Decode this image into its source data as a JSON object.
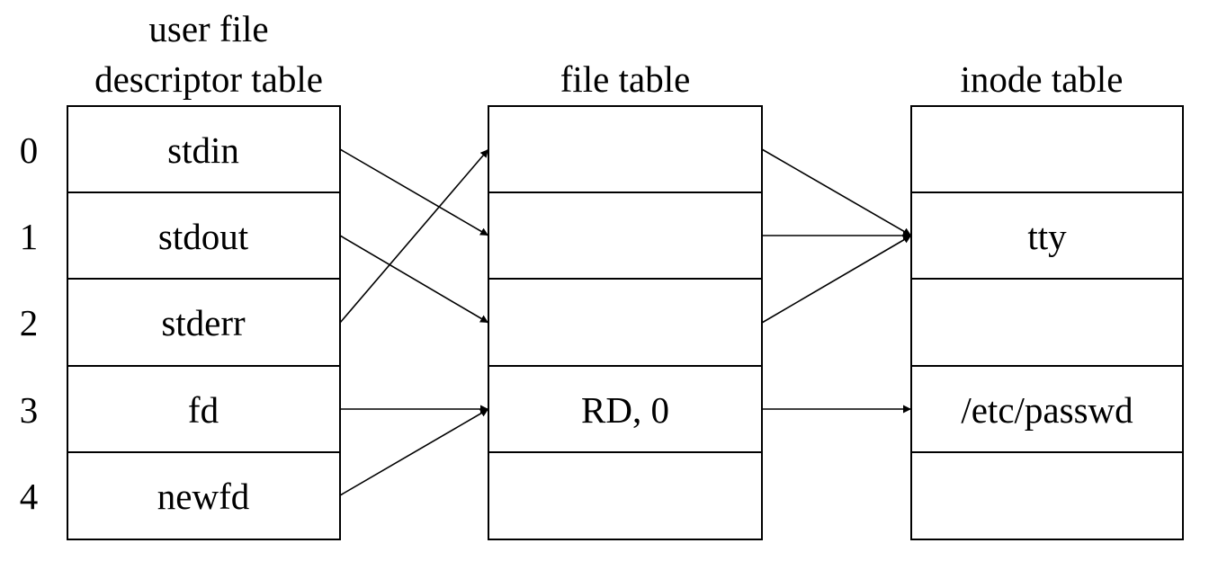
{
  "tables": [
    {
      "key": "user-fd-table",
      "title_lines": [
        "user file",
        "descriptor table"
      ],
      "cells": [
        "stdin",
        "stdout",
        "stderr",
        "fd",
        "newfd"
      ]
    },
    {
      "key": "file-table",
      "title_lines": [
        "file table"
      ],
      "cells": [
        "",
        "",
        "",
        "RD, 0",
        ""
      ]
    },
    {
      "key": "inode-table",
      "title_lines": [
        "inode table"
      ],
      "cells": [
        "",
        "tty",
        "",
        "/etc/passwd",
        ""
      ]
    }
  ],
  "indices": [
    "0",
    "1",
    "2",
    "3",
    "4"
  ],
  "links": [
    {
      "from_table": 0,
      "from_row": 0,
      "to_table": 1,
      "to_row": 1
    },
    {
      "from_table": 0,
      "from_row": 1,
      "to_table": 1,
      "to_row": 2
    },
    {
      "from_table": 0,
      "from_row": 2,
      "to_table": 1,
      "to_row": 0
    },
    {
      "from_table": 0,
      "from_row": 3,
      "to_table": 1,
      "to_row": 3
    },
    {
      "from_table": 0,
      "from_row": 4,
      "to_table": 1,
      "to_row": 3
    },
    {
      "from_table": 1,
      "from_row": 0,
      "to_table": 2,
      "to_row": 1
    },
    {
      "from_table": 1,
      "from_row": 1,
      "to_table": 2,
      "to_row": 1
    },
    {
      "from_table": 1,
      "from_row": 2,
      "to_table": 2,
      "to_row": 1
    },
    {
      "from_table": 1,
      "from_row": 3,
      "to_table": 2,
      "to_row": 3
    }
  ]
}
